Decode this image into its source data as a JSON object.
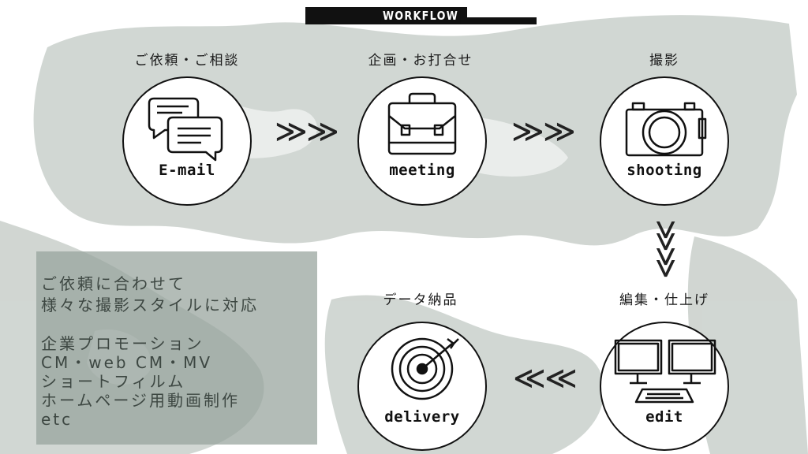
{
  "header": {
    "title": "WORKFLOW"
  },
  "steps": [
    {
      "ja": "ご依頼・ご相談",
      "en": "E-mail",
      "icon": "email-chat-icon"
    },
    {
      "ja": "企画・お打合せ",
      "en": "meeting",
      "icon": "briefcase-icon"
    },
    {
      "ja": "撮影",
      "en": "shooting",
      "icon": "camera-icon"
    },
    {
      "ja": "編集・仕上げ",
      "en": "edit",
      "icon": "monitors-icon"
    },
    {
      "ja": "データ納品",
      "en": "delivery",
      "icon": "target-icon"
    }
  ],
  "arrows": {
    "right": "≫",
    "down": "≫",
    "left": "≪"
  },
  "info": {
    "lines": [
      "ご依頼に合わせて",
      "様々な撮影スタイルに対応",
      "",
      "企業プロモーション",
      "CM・web CM・MV",
      "ショートフィルム",
      "ホームページ用動画制作",
      "etc"
    ]
  },
  "colors": {
    "ink": "#111111",
    "map": "#c6cdc8",
    "box": "#96a29b",
    "box_text": "#3d4742"
  }
}
